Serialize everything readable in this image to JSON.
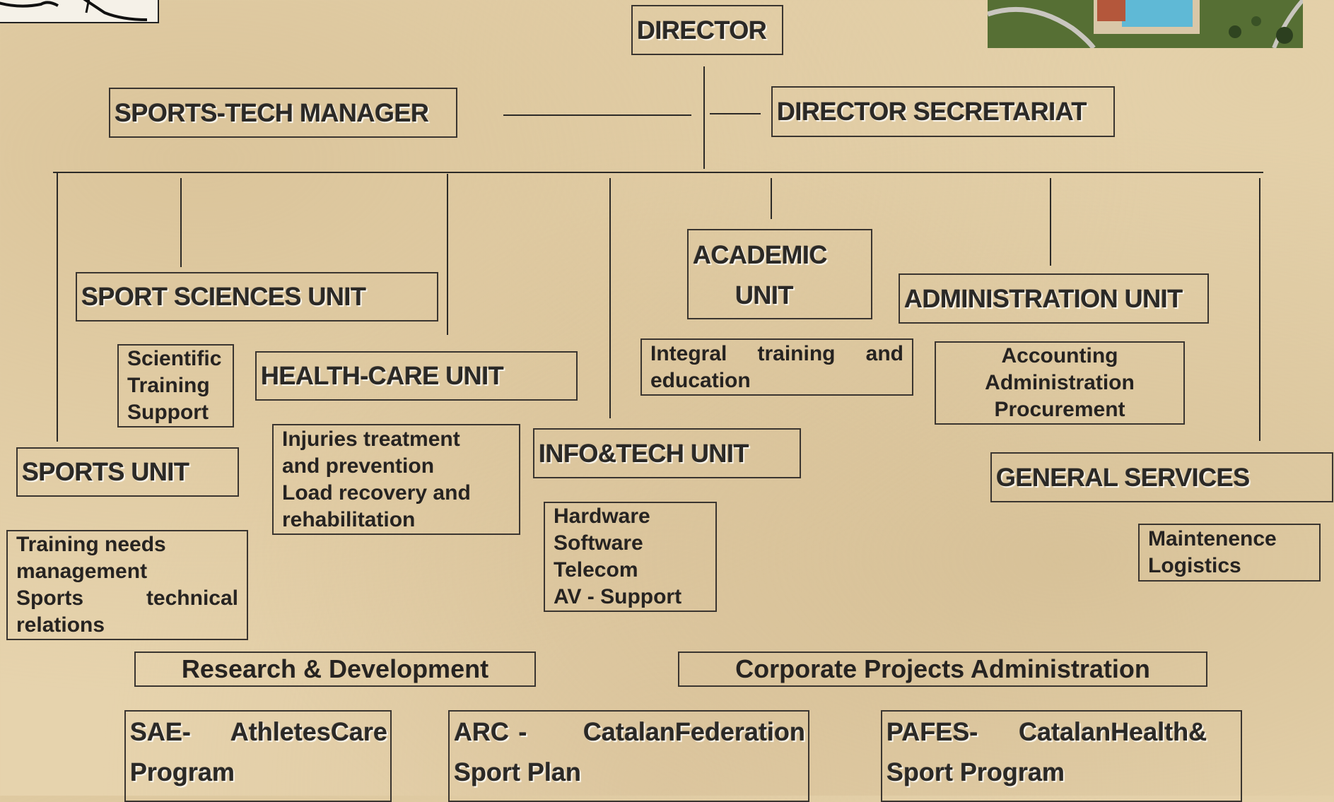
{
  "nodes": {
    "director": "DIRECTOR",
    "sports_tech_manager": "SPORTS-TECH MANAGER",
    "director_secretariat": "DIRECTOR SECRETARIAT",
    "sport_sciences_unit": "SPORT SCIENCES UNIT",
    "sport_sciences_desc": [
      "Scientific",
      "Training",
      "Support"
    ],
    "health_care_unit": "HEALTH-CARE UNIT",
    "health_care_desc": [
      "Injuries treatment",
      "and prevention",
      "Load recovery and",
      "rehabilitation"
    ],
    "sports_unit": "SPORTS UNIT",
    "sports_desc": "Training needs management Sports technical relations",
    "info_tech_unit": "INFO&TECH UNIT",
    "info_tech_desc": [
      "Hardware",
      "Software",
      "Telecom",
      "AV - Support"
    ],
    "academic_unit": [
      "ACADEMIC",
      "UNIT"
    ],
    "academic_desc": "Integral training and education",
    "administration_unit": "ADMINISTRATION UNIT",
    "administration_desc": [
      "Accounting",
      "Administration",
      "Procurement"
    ],
    "general_services": "GENERAL SERVICES",
    "general_services_desc": [
      "Maintenence",
      "Logistics"
    ]
  },
  "sections": {
    "research": "Research & Development",
    "corporate": "Corporate Projects Administration"
  },
  "programs": {
    "sae": "SAE - Athletes Care Program",
    "arc": "ARC - Catalan Federation Sport Plan",
    "pafes": "PAFES - Catalan Health & Sport Program"
  },
  "colors": {
    "background": "#e6d3ad",
    "border": "#3a3530",
    "text": "#262321"
  }
}
